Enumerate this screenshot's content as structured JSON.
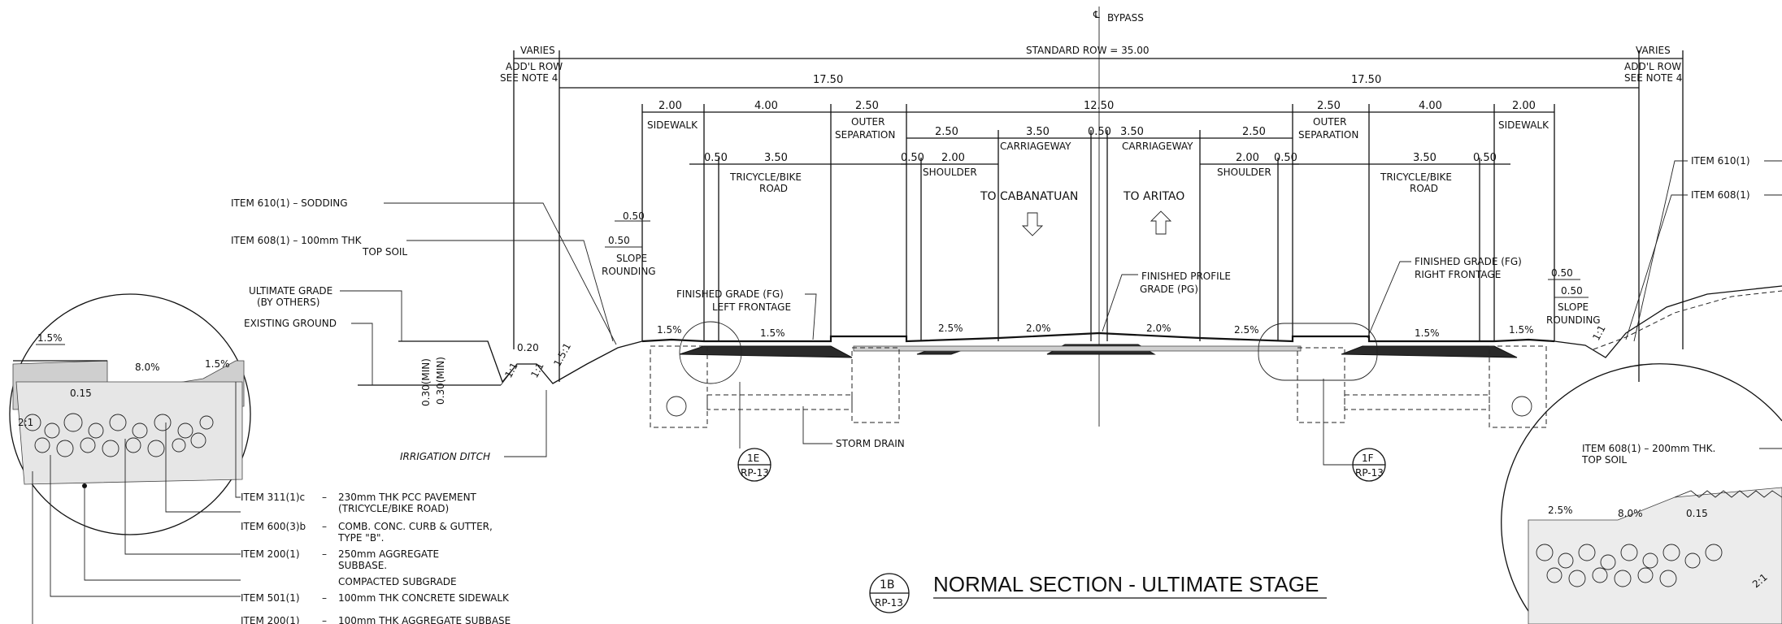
{
  "top": {
    "centerline": "BYPASS",
    "varies_left": "VARIES",
    "addl_row_left": "ADD'L ROW",
    "see_note_left": "SEE NOTE 4",
    "standard_row": "STANDARD ROW = 35.00",
    "varies_right": "VARIES",
    "addl_row_right": "ADD'L ROW",
    "see_note_right": "SEE NOTE 4",
    "half_left": "17.50",
    "half_right": "17.50"
  },
  "dims_row1": [
    "2.00",
    "4.00",
    "2.50",
    "12.50",
    "2.50",
    "4.00",
    "2.00"
  ],
  "dims_row2": [
    "2.50",
    "3.50",
    "0.50",
    "3.50",
    "2.50"
  ],
  "dims_row3": [
    "0.50",
    "3.50",
    "0.50",
    "2.00",
    "2.00",
    "0.50",
    "3.50",
    "0.50"
  ],
  "labels": {
    "sidewalk_l": "SIDEWALK",
    "outer_sep_l1": "OUTER",
    "outer_sep_l2": "SEPARATION",
    "carriageway_l": "CARRIAGEWAY",
    "carriageway_r": "CARRIAGEWAY",
    "outer_sep_r1": "OUTER",
    "outer_sep_r2": "SEPARATION",
    "sidewalk_r": "SIDEWALK",
    "tricycle_l1": "TRICYCLE/BIKE",
    "tricycle_l2": "ROAD",
    "shoulder_l": "SHOULDER",
    "to_cabanatuan": "TO CABANATUAN",
    "to_aritao": "TO ARITAO",
    "shoulder_r": "SHOULDER",
    "tricycle_r1": "TRICYCLE/BIKE",
    "tricycle_r2": "ROAD"
  },
  "slopes": {
    "s1": "1.5%",
    "s2": "1.5%",
    "s3": "2.5%",
    "s4": "2.0%",
    "s5": "2.0%",
    "s6": "2.5%",
    "s7": "1.5%",
    "s8": "1.5%",
    "side_l": "1.5:1",
    "side_r": "1:1",
    "ditch_l": "1:1",
    "ditch_r": "1:1"
  },
  "left_callouts": {
    "item610": "ITEM 610(1)  –  SODDING",
    "item608a": "ITEM 608(1)  –  100mm THK",
    "item608b": "TOP SOIL",
    "slope_a": "0.50",
    "slope_b": "0.50",
    "slope_c1": "SLOPE",
    "slope_c2": "ROUNDING",
    "ultimate1": "ULTIMATE GRADE",
    "ultimate2": "(BY OTHERS)",
    "existing": "EXISTING GROUND",
    "ditch_020": "0.20",
    "ditch_030a": "0.30(MIN)",
    "ditch_030b": "0.30(MIN)",
    "irrigation": "IRRIGATION DITCH",
    "fg_left1": "FINISHED GRADE (FG)",
    "fg_left2": "LEFT FRONTAGE",
    "fpg1": "FINISHED PROFILE",
    "fpg2": "GRADE (PG)",
    "fg_right1": "FINISHED GRADE (FG)",
    "fg_right2": "RIGHT FRONTAGE",
    "slope_r_a": "0.50",
    "slope_r_b": "0.50",
    "slope_r_c1": "SLOPE",
    "slope_r_c2": "ROUNDING",
    "storm": "STORM DRAIN",
    "item610r": "ITEM 610(1)",
    "item608r": "ITEM 608(1)"
  },
  "detail_left": {
    "slope1": "1.5%",
    "slope2": "8.0%",
    "slope3": "1.5%",
    "dim": "0.15",
    "ratio": "2:1"
  },
  "legend": [
    {
      "item": "ITEM 311(1)c",
      "desc1": "230mm THK PCC PAVEMENT",
      "desc2": "(TRICYCLE/BIKE ROAD)"
    },
    {
      "item": "ITEM 600(3)b",
      "desc1": "COMB. CONC. CURB & GUTTER,",
      "desc2": "TYPE \"B\"."
    },
    {
      "item": "ITEM 200(1)",
      "desc1": "250mm AGGREGATE",
      "desc2": "SUBBASE."
    },
    {
      "item": "",
      "desc1": "COMPACTED SUBGRADE",
      "desc2": ""
    },
    {
      "item": "ITEM 501(1)",
      "desc1": "100mm THK CONCRETE SIDEWALK",
      "desc2": ""
    },
    {
      "item": "ITEM 200(1)",
      "desc1": "100mm THK AGGREGATE SUBBASE",
      "desc2": ""
    }
  ],
  "detail_refs": {
    "e_top": "1E",
    "e_bot": "RP-13",
    "f_top": "1F",
    "f_bot": "RP-13",
    "b_top": "1B",
    "b_bot": "RP-13"
  },
  "title": "NORMAL SECTION - ULTIMATE STAGE",
  "detail_right": {
    "item1": "ITEM 608(1)  –  200mm THK.",
    "item2": "TOP SOIL",
    "slope1": "2.5%",
    "slope2": "8.0%",
    "dim": "0.15",
    "ratio": "2:1"
  }
}
